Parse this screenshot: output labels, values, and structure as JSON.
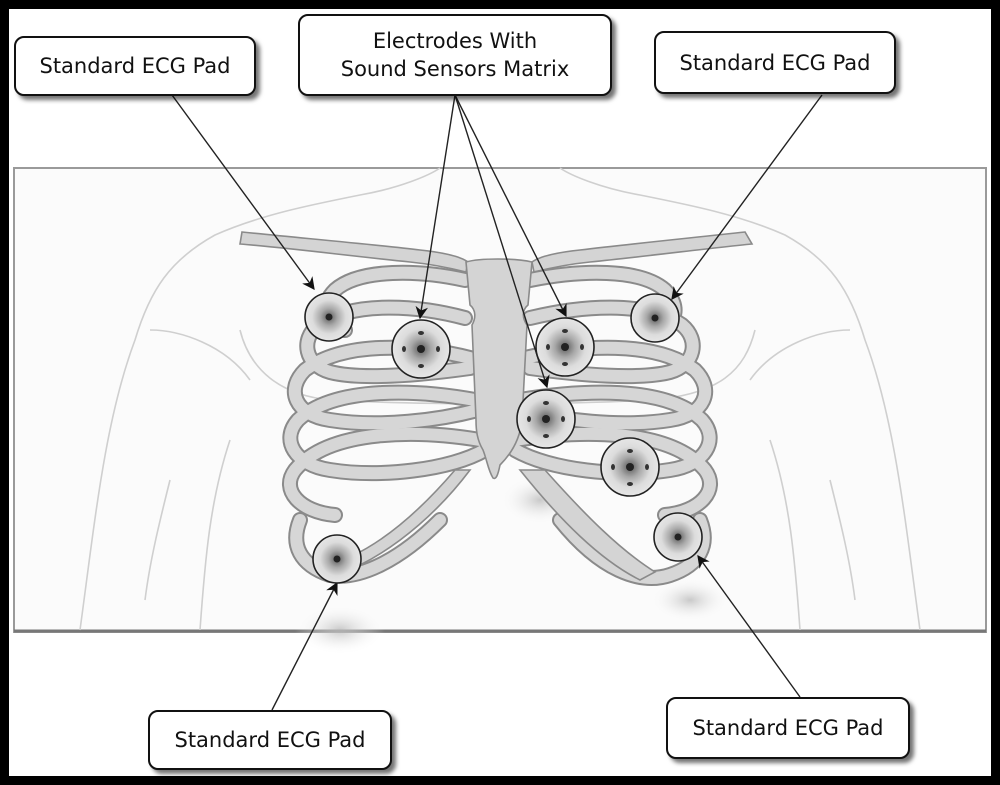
{
  "labels": {
    "top_left": "Standard ECG Pad",
    "top_center_line1": "Electrodes With",
    "top_center_line2": "Sound Sensors Matrix",
    "top_right": "Standard ECG Pad",
    "bottom_left": "Standard ECG Pad",
    "bottom_right": "Standard ECG Pad"
  },
  "colors": {
    "outer_border": "#000000",
    "background": "#ffffff",
    "bone": "#d4d4d4",
    "bone_outline": "#8a8a8a",
    "body_outline": "#c8c8c8",
    "pad_ring": "#c9c9c9",
    "pad_center": "#222222"
  },
  "diagram": {
    "standard_pad_count": 4,
    "sound_sensor_electrode_count": 4,
    "icons": [
      "ecg-pad-icon",
      "sound-sensor-electrode-icon",
      "arrow-icon"
    ]
  }
}
